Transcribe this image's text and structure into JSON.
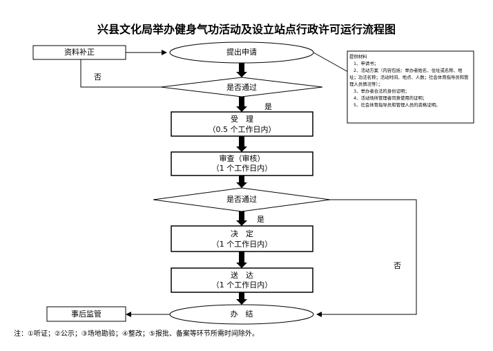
{
  "title": "兴县文化局举办健身气功活动及设立站点行政许可运行流程图",
  "nodes": {
    "supplement": "资料补正",
    "apply": "提出申请",
    "check1": "是否通过",
    "accept_line1": "受　理",
    "accept_line2": "（0.5 个工作日内）",
    "review_line1": "审查（审核）",
    "review_line2": "（1 个工作日内）",
    "check2": "是否通过",
    "decide_line1": "决　定",
    "decide_line2": "（1 个工作日内）",
    "deliver_line1": "送　达",
    "deliver_line2": "（1 个工作日内）",
    "finish": "办　结",
    "supervise": "事后监管"
  },
  "edge_labels": {
    "no1": "否",
    "yes1": "是",
    "yes2": "是",
    "no2": "否"
  },
  "materials": {
    "heading": "提供材料",
    "items": [
      "1、申请书；",
      "2、活动方案（内容包括：举办者姓名、住址或名称、地址；功法名称；活动时间、地点、人数；社会体育指导员和管理人员情况等）；",
      "3、举办者合法的身份证明；",
      "4、活动场所管理者同意使用的证明；",
      "5、社会体育指导员和管理人员的资格证明。"
    ]
  },
  "footnote": "注：①听证；②公示；③场地勘验；④整改；⑤报批、备案等环节所需时间除外。"
}
